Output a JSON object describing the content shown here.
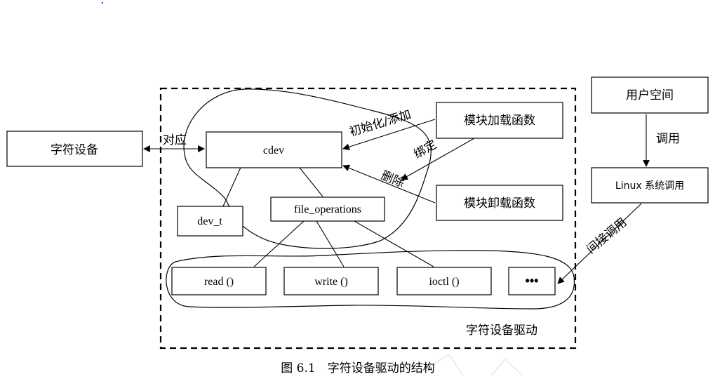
{
  "diagram": {
    "nodes": {
      "char_device": "字符设备",
      "cdev": "cdev",
      "dev_t": "dev_t",
      "file_operations": "file_operations",
      "module_load": "模块加载函数",
      "module_unload": "模块卸载函数",
      "user_space": "用户空间",
      "linux_syscall": "Linux 系统调用",
      "read": "read ()",
      "write": "write ()",
      "ioctl": "ioctl ()",
      "more": "•••"
    },
    "edge_labels": {
      "correspond": "对应",
      "init_add": "初始化/添加",
      "bind": "绑定",
      "delete": "删除",
      "call": "调用",
      "indirect_call": "间接调用"
    },
    "region_label": "字符设备驱动",
    "caption": "图 6.1　字符设备驱动的结构"
  }
}
